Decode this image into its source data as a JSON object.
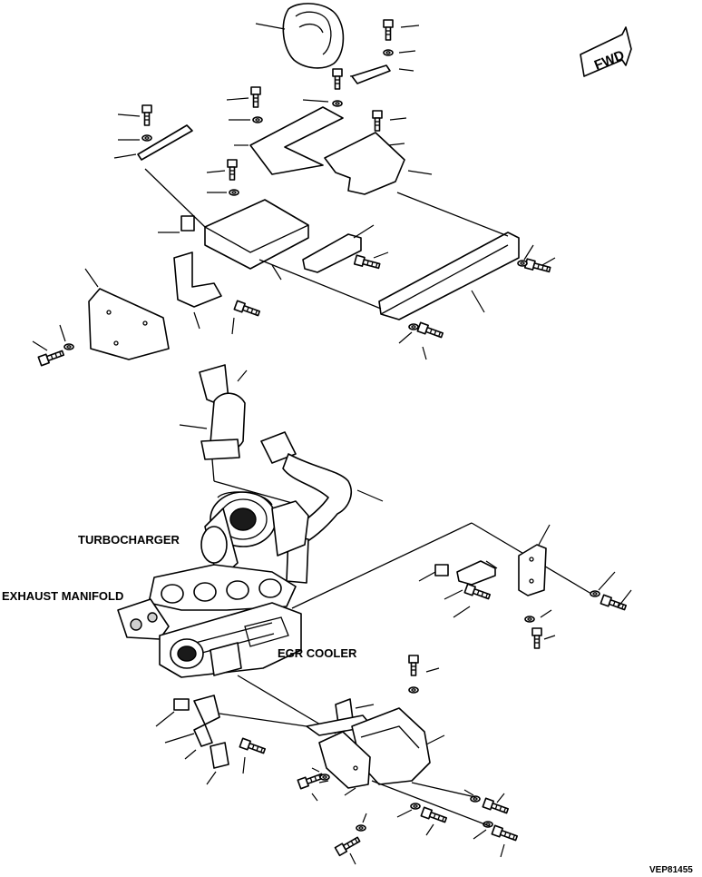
{
  "labels": {
    "turbocharger": "TURBOCHARGER",
    "exhaust_manifold": "EXHAUST MANIFOLD",
    "egr_cooler": "EGR COOLER",
    "fwd": "FWD"
  },
  "reference_code": "VEP81455",
  "colors": {
    "ink": "#000000",
    "paper": "#ffffff"
  }
}
